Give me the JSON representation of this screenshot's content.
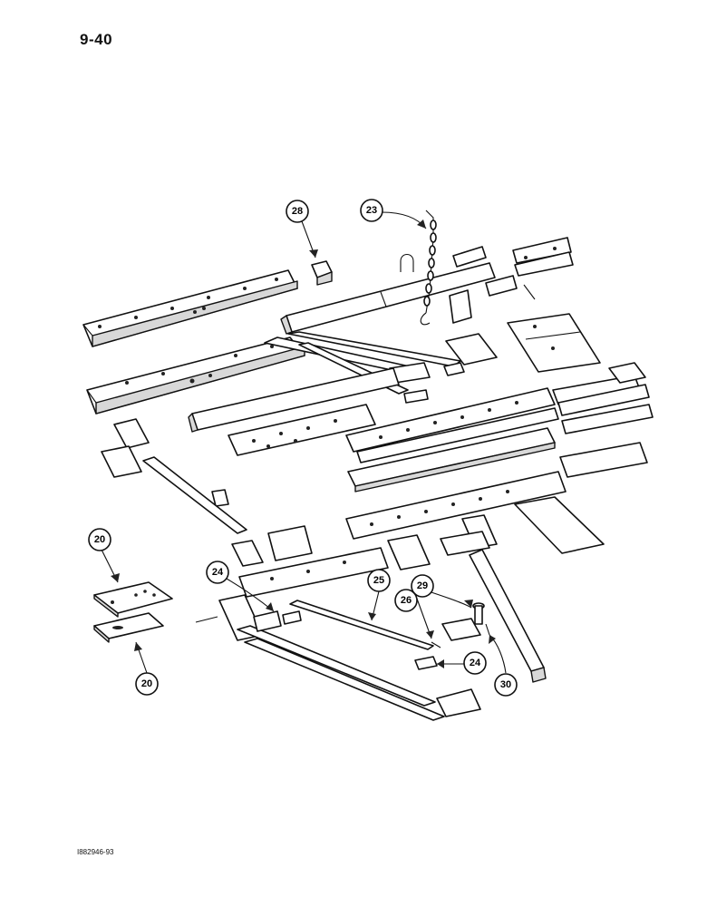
{
  "page": {
    "number": "9-40",
    "doc_code": "I882946-93"
  },
  "callouts": [
    {
      "id": "c28",
      "label": "28"
    },
    {
      "id": "c23",
      "label": "23"
    },
    {
      "id": "c20a",
      "label": "20"
    },
    {
      "id": "c20b",
      "label": "20"
    },
    {
      "id": "c24a",
      "label": "24"
    },
    {
      "id": "c25",
      "label": "25"
    },
    {
      "id": "c29",
      "label": "29"
    },
    {
      "id": "c26",
      "label": "26"
    },
    {
      "id": "c24b",
      "label": "24"
    },
    {
      "id": "c30",
      "label": "30"
    }
  ]
}
